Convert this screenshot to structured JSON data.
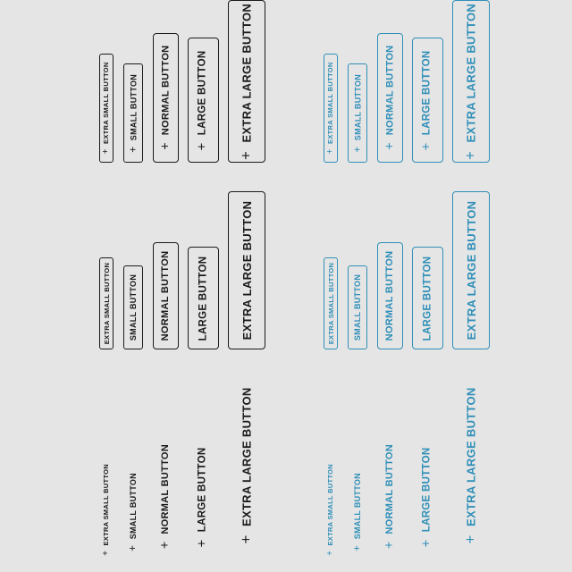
{
  "colors": {
    "background": "#e5e5e5",
    "dark": "#1a1a1a",
    "accent": "#2f8fb8"
  },
  "icons": {
    "add": "plus-icon"
  },
  "labels": {
    "extra_small": "EXTRA SMALL BUTTON",
    "small": "SMALL BUTTON",
    "normal": "NORMAL BUTTON",
    "large": "LARGE BUTTON",
    "extra_large": "EXTRA LARGE BUTTON"
  },
  "groups": [
    {
      "theme": "dark",
      "style": "text",
      "icon": true
    },
    {
      "theme": "dark",
      "style": "outlined",
      "icon": false
    },
    {
      "theme": "dark",
      "style": "outlined",
      "icon": true
    },
    {
      "theme": "accent",
      "style": "text",
      "icon": true
    },
    {
      "theme": "accent",
      "style": "outlined",
      "icon": false
    },
    {
      "theme": "accent",
      "style": "outlined",
      "icon": true
    }
  ]
}
